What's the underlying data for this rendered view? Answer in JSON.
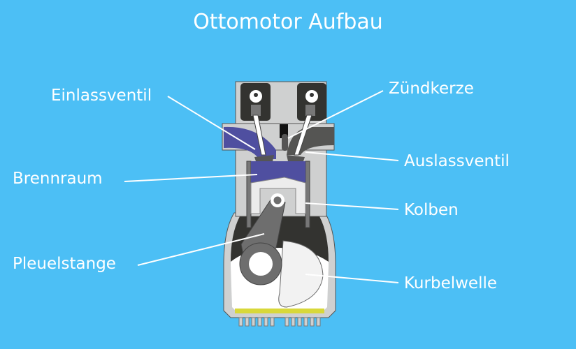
{
  "title": "Ottomotor Aufbau",
  "labels": {
    "einlassventil": "Einlassventil",
    "zuendkerze": "Zündkerze",
    "auslassventil": "Auslassventil",
    "brennraum": "Brennraum",
    "kolben": "Kolben",
    "pleuelstange": "Pleuelstange",
    "kurbelwelle": "Kurbelwelle"
  },
  "colors": {
    "background": "#4cbff5",
    "intake": "#4f4fa0",
    "oil": "#d8d83a"
  }
}
